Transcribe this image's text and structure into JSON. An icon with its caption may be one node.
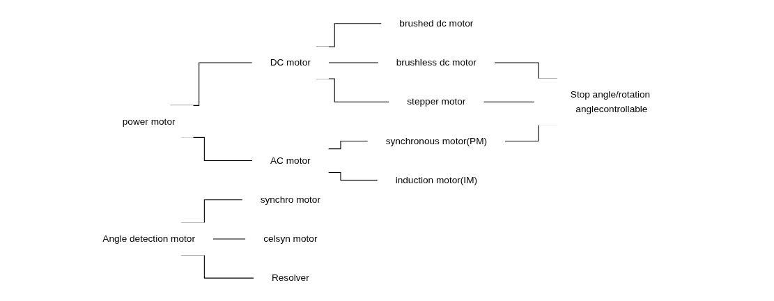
{
  "diagram": {
    "nodes": [
      {
        "text": [
          "power motor"
        ]
      },
      {
        "text": [
          "DC motor"
        ]
      },
      {
        "text": [
          "AC motor"
        ]
      },
      {
        "text": [
          "brushed dc motor"
        ]
      },
      {
        "text": [
          "brushless dc motor"
        ]
      },
      {
        "text": [
          "stepper motor"
        ]
      },
      {
        "text": [
          "synchronous motor(PM)"
        ]
      },
      {
        "text": [
          "induction motor(IM)"
        ]
      },
      {
        "text": [
          "Stop angle/rotation anglecontrollable"
        ]
      },
      {
        "text": [
          "Angle detection motor"
        ]
      },
      {
        "text": [
          "synchro motor"
        ]
      },
      {
        "text": [
          "celsyn motor"
        ]
      },
      {
        "text": [
          "Resolver"
        ]
      }
    ],
    "edges": [
      {
        "from": 0,
        "to": 1,
        "arrow": "none"
      },
      {
        "from": 0,
        "to": 2,
        "arrow": "none"
      },
      {
        "from": 1,
        "to": 3,
        "arrow": "none"
      },
      {
        "from": 1,
        "to": 4,
        "arrow": "none"
      },
      {
        "from": 1,
        "to": 5,
        "arrow": "none"
      },
      {
        "from": 2,
        "to": 6,
        "arrow": "none"
      },
      {
        "from": 2,
        "to": 7,
        "arrow": "none"
      },
      {
        "from": 4,
        "to": 8,
        "arrow": "none"
      },
      {
        "from": 5,
        "to": 8,
        "arrow": "none"
      },
      {
        "from": 6,
        "to": 8,
        "arrow": "none"
      },
      {
        "from": 9,
        "to": 10,
        "arrow": "none"
      },
      {
        "from": 9,
        "to": 11,
        "arrow": "none"
      },
      {
        "from": 9,
        "to": 12,
        "arrow": "none"
      }
    ]
  }
}
